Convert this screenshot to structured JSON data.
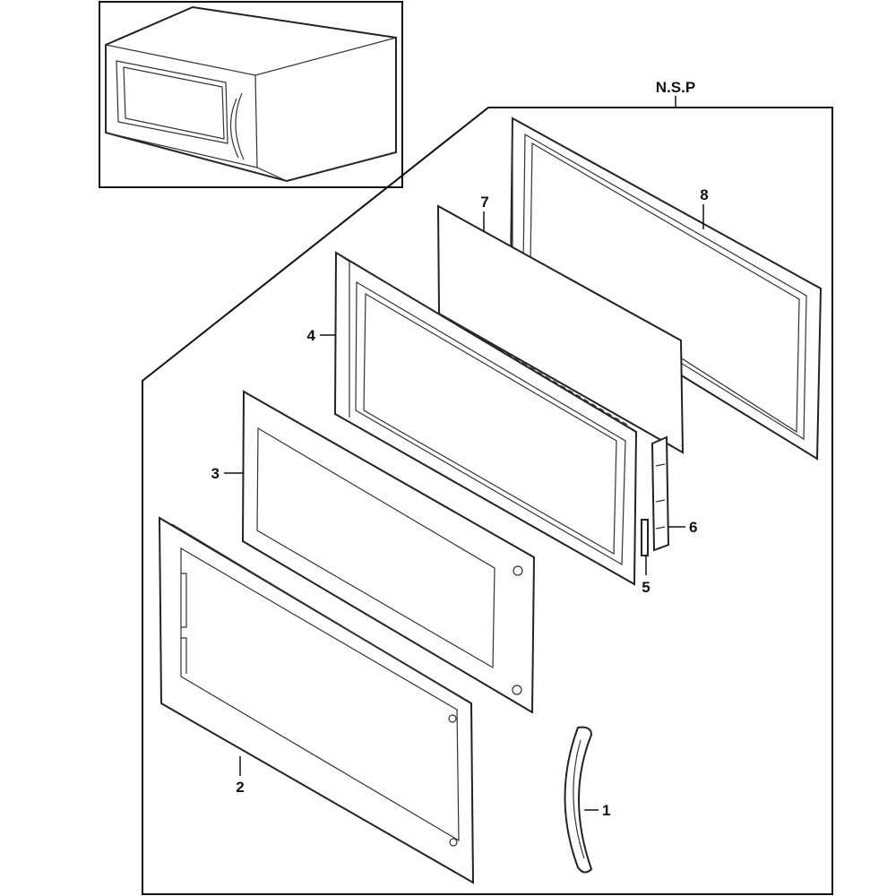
{
  "diagram": {
    "labels": {
      "nsp": "N.S.P",
      "p1": "1",
      "p2": "2",
      "p3": "3",
      "p4": "4",
      "p5": "5",
      "p6": "6",
      "p7": "7",
      "p8": "8"
    }
  }
}
